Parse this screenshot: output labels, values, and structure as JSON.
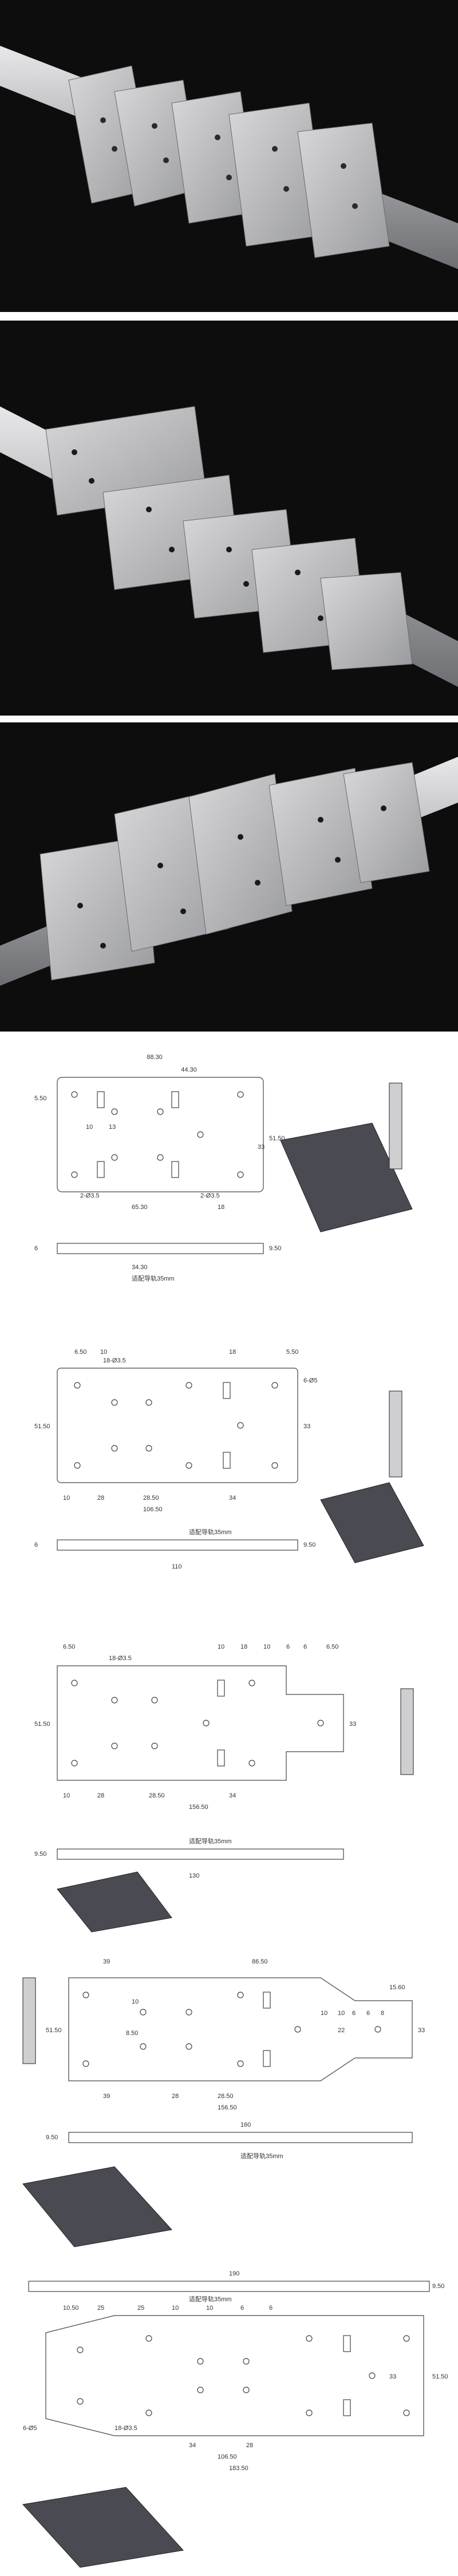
{
  "photos": [
    {
      "alt": "Perforated steel DIN rail with multiple stainless mounting plates clipped on"
    },
    {
      "alt": "DIN rail mounting plates of various sizes attached along rail"
    },
    {
      "alt": "Rear view of DIN rail with mounting plates and clips"
    }
  ],
  "drawings": [
    {
      "dims_top": [
        "88.30",
        "44.30"
      ],
      "dims_side": [
        "5.50",
        "51.50",
        "33"
      ],
      "dims_inner": [
        "10",
        "13",
        "2-Ø3.5",
        "2-Ø3.5",
        "65.30",
        "18"
      ],
      "dims_bottom": [
        "34.30"
      ],
      "dims_height": [
        "6",
        "9.50"
      ],
      "note": "适配导轨35mm"
    },
    {
      "dims_top": [
        "6.50",
        "10",
        "18",
        "5.50"
      ],
      "dims_side": [
        "51.50",
        "33",
        "6-Ø5"
      ],
      "dims_inner": [
        "18-Ø3.5",
        "10",
        "28",
        "28.50",
        "34",
        "106.50"
      ],
      "dims_bottom": [
        "110"
      ],
      "dims_height": [
        "6",
        "9.50"
      ],
      "note": "适配导轨35mm"
    },
    {
      "dims_top": [
        "6.50",
        "10",
        "18",
        "10",
        "6",
        "6",
        "6.50"
      ],
      "dims_side": [
        "51.50",
        "33",
        "18-Ø3.5"
      ],
      "dims_inner": [
        "10",
        "28",
        "28.50",
        "34",
        "156.50"
      ],
      "dims_bottom": [
        "130"
      ],
      "dims_height": [
        "9.50"
      ],
      "note": "适配导轨35mm"
    },
    {
      "dims_top": [
        "39",
        "86.50",
        "15.60"
      ],
      "dims_side": [
        "8.50",
        "51.50",
        "33",
        "22"
      ],
      "dims_inner": [
        "10",
        "10",
        "6",
        "6",
        "8",
        "39",
        "28.50",
        "10",
        "28",
        "156.50"
      ],
      "dims_bottom": [
        "160"
      ],
      "dims_height": [
        "9.50"
      ],
      "note": "适配导轨35mm"
    },
    {
      "dims_top": [
        "10.50",
        "25",
        "25",
        "10",
        "10",
        "6",
        "6"
      ],
      "dims_side": [
        "51.50",
        "33",
        "6-Ø5"
      ],
      "dims_inner": [
        "18-Ø3.5",
        "34",
        "28",
        "106.50",
        "183.50"
      ],
      "dims_bottom": [
        "190"
      ],
      "dims_height": [
        "9.50"
      ],
      "note": "适配导轨35mm"
    }
  ]
}
